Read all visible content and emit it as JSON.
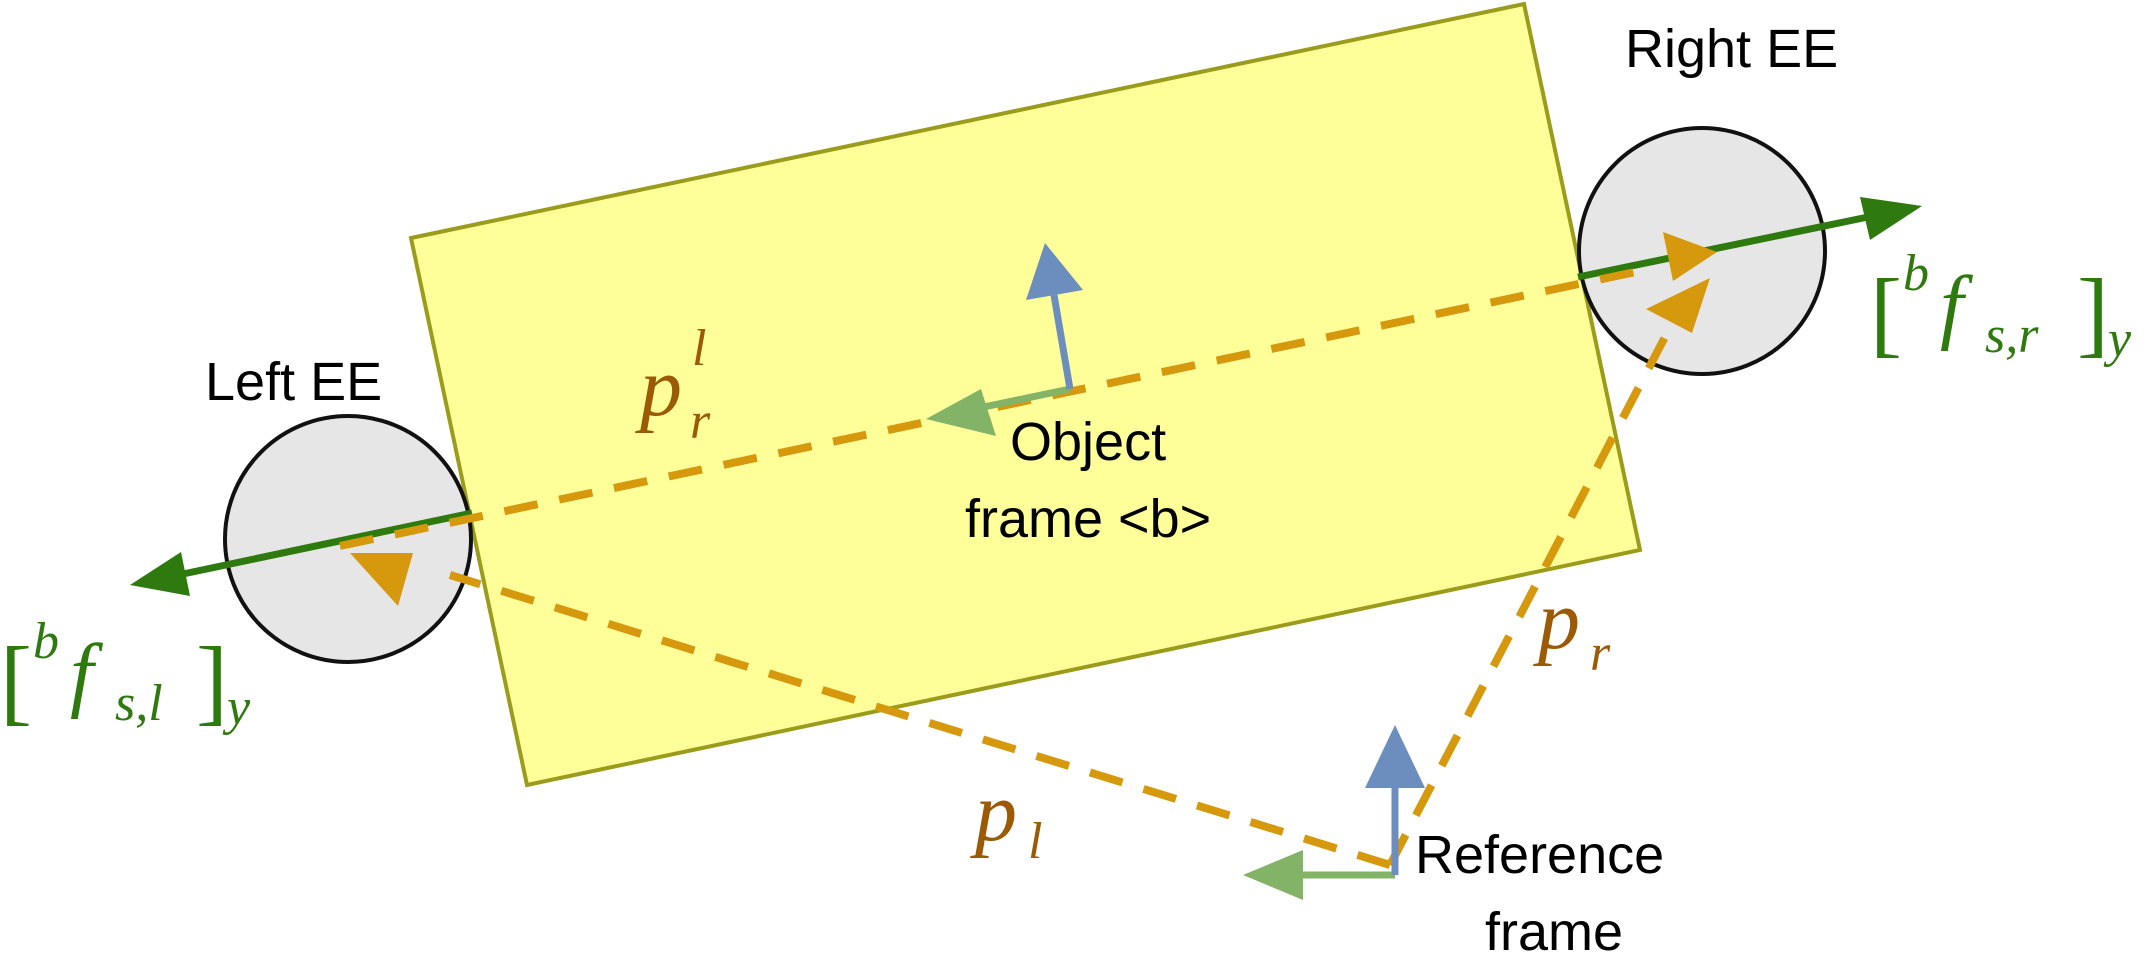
{
  "colors": {
    "object_fill": "#ffff99",
    "object_stroke": "#9c9c1c",
    "ee_fill": "#e6e6e6",
    "ee_stroke": "#111111",
    "force_arrow": "#2e7a0e",
    "position_vector": "#d6980c",
    "position_label": "#9c5a06",
    "frame_axis_x": "#82b366",
    "frame_axis_y": "#6c8ebf"
  },
  "labels": {
    "right_ee": "Right EE",
    "left_ee": "Left EE",
    "object_frame_line1": "Object",
    "object_frame_line2": "frame <b>",
    "reference_frame_line1": "Reference",
    "reference_frame_line2": "frame"
  },
  "math": {
    "p_r_l": {
      "base": "p",
      "sub": "r",
      "sup": "l"
    },
    "p_r": {
      "base": "p",
      "sub": "r"
    },
    "p_l": {
      "base": "p",
      "sub": "l"
    },
    "force_right": {
      "open": "[",
      "sup": "b",
      "base": "f",
      "sub": "s,r",
      "close": "]",
      "outer_sub": "y"
    },
    "force_left": {
      "open": "[",
      "sup": "b",
      "base": "f",
      "sub": "s,l",
      "close": "]",
      "outer_sub": "y"
    }
  }
}
